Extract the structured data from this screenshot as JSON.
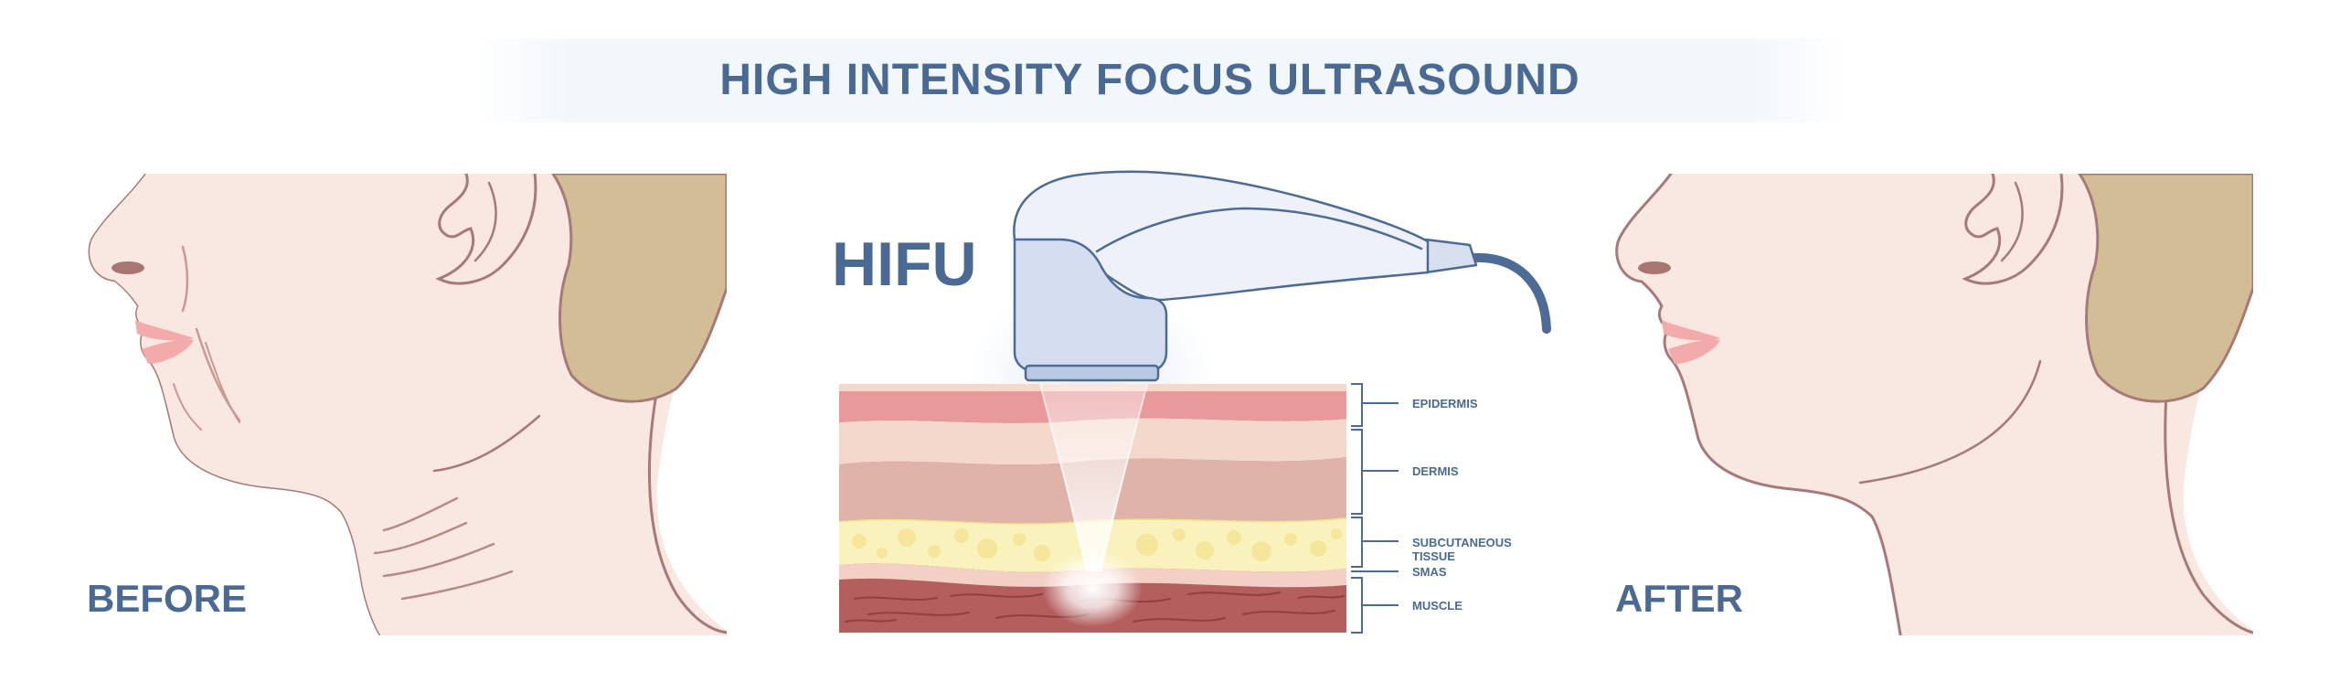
{
  "title": "HIGH INTENSITY FOCUS ULTRASOUND",
  "device_label": "HIFU",
  "before_label": "BEFORE",
  "after_label": "AFTER",
  "layers": {
    "epidermis": "EPIDERMIS",
    "dermis": "DERMIS",
    "subcutaneous_line1": "SUBCUTANEOUS",
    "subcutaneous_line2": "TISSUE",
    "smas": "SMAS",
    "muscle": "MUSCLE"
  },
  "colors": {
    "text_blue": "#4a6a93",
    "skin": "#f9e8e2",
    "hair": "#d2bd96",
    "lip": "#f2aaaa",
    "epidermis": "#e89a9a",
    "dermis": "#dfb3a8",
    "fat": "#faf2bc",
    "muscle": "#b45e5e",
    "device": "#eef1f9",
    "cable": "#4e6b95"
  }
}
